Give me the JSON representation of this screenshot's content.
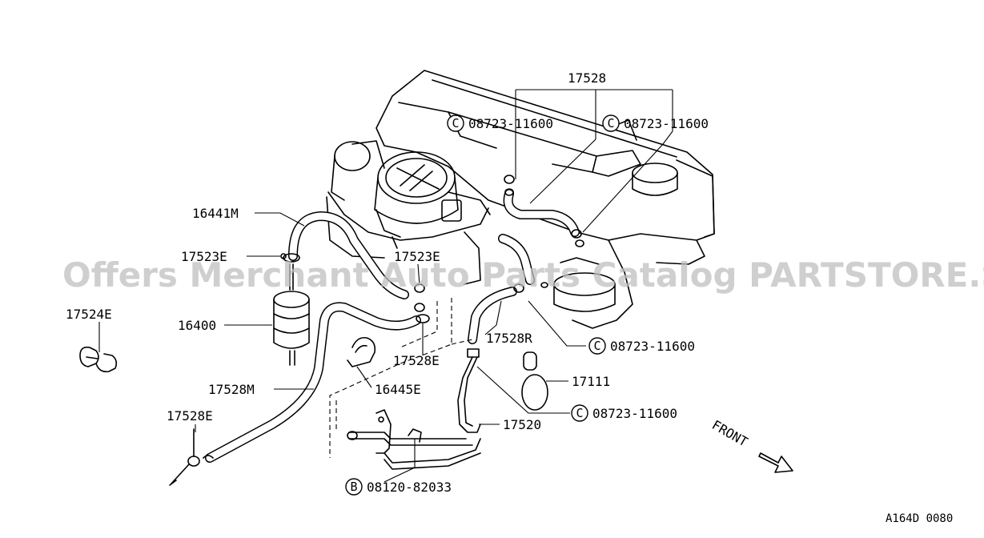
{
  "watermark": "Offers Merchant Auto Parts Catalog PARTSTORE.SA",
  "catalog_code": "A164D 0080",
  "front_label": "FRONT",
  "labels": {
    "p17528": "17528",
    "c1": "08723-11600",
    "c2": "08723-11600",
    "c3": "08723-11600",
    "c4": "08723-11600",
    "p16441M": "16441M",
    "p17523E_a": "17523E",
    "p17523E_b": "17523E",
    "p17524E": "17524E",
    "p16400": "16400",
    "p17528R": "17528R",
    "p17528E_a": "17528E",
    "p17528E_b": "17528E",
    "p17111": "17111",
    "p17528M": "17528M",
    "p16445E": "16445E",
    "p17520": "17520",
    "b1": "08120-82033"
  },
  "markers": {
    "c": "C",
    "b": "B"
  }
}
